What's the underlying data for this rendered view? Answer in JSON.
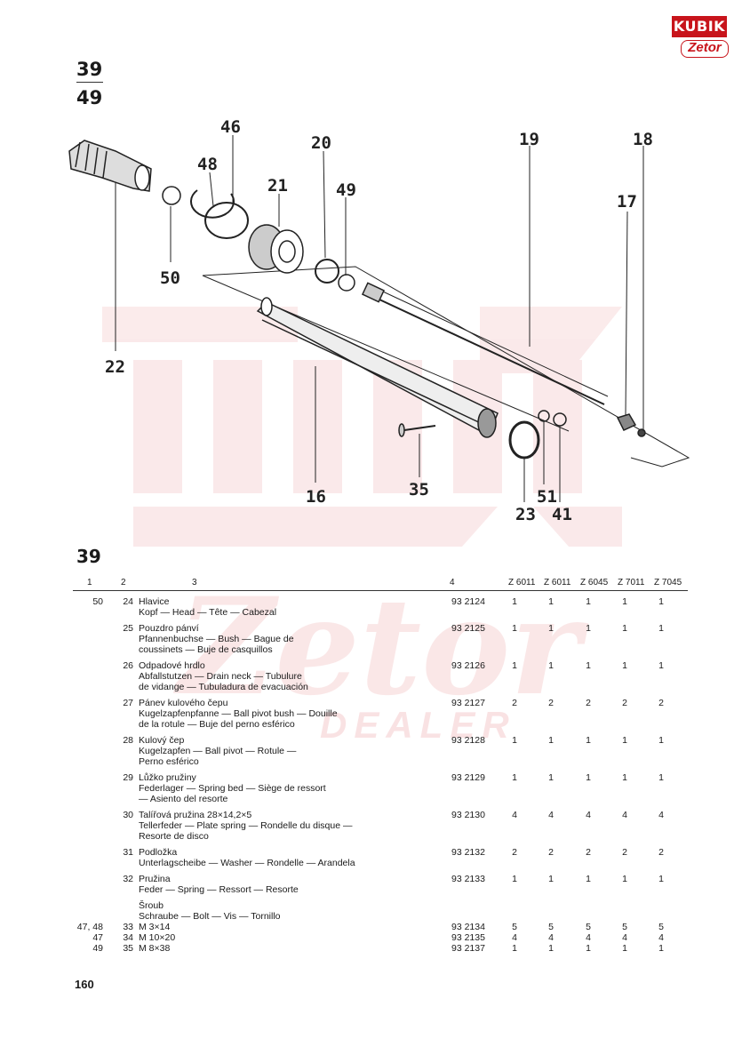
{
  "logo": {
    "brand": "KUBIK",
    "sub": "Zetor"
  },
  "watermark": {
    "brand": "KUBIK",
    "sub": "Zetor",
    "dealer": "DEALER"
  },
  "figure": {
    "number_top": "39",
    "number_bottom": "49",
    "callouts": [
      "46",
      "48",
      "21",
      "20",
      "49",
      "19",
      "18",
      "17",
      "50",
      "22",
      "16",
      "35",
      "23",
      "51",
      "41"
    ]
  },
  "section": {
    "number": "39"
  },
  "table": {
    "headers": [
      "1",
      "2",
      "3",
      "4",
      "Z 6011",
      "Z 6011",
      "Z 6045",
      "Z 7011",
      "Z 7045"
    ],
    "rows": [
      {
        "c1": "50",
        "c2": "24",
        "lines": [
          "Hlavice",
          "Kopf — Head — Tête — Cabezal"
        ],
        "c4": "93 2124",
        "q": [
          "1",
          "1",
          "1",
          "1",
          "1"
        ]
      },
      {
        "c1": "",
        "c2": "25",
        "lines": [
          "Pouzdro pánví",
          "Pfannenbuchse — Bush — Bague de",
          "coussinets — Buje de casquillos"
        ],
        "c4": "93 2125",
        "q": [
          "1",
          "1",
          "1",
          "1",
          "1"
        ]
      },
      {
        "c1": "",
        "c2": "26",
        "lines": [
          "Odpadové hrdlo",
          "Abfallstutzen — Drain neck — Tubulure",
          "de vidange — Tubuladura de evacuación"
        ],
        "c4": "93 2126",
        "q": [
          "1",
          "1",
          "1",
          "1",
          "1"
        ]
      },
      {
        "c1": "",
        "c2": "27",
        "lines": [
          "Pánev kulového čepu",
          "Kugelzapfenpfanne — Ball pivot bush — Douille",
          "de la rotule — Buje del perno esférico"
        ],
        "c4": "93 2127",
        "q": [
          "2",
          "2",
          "2",
          "2",
          "2"
        ]
      },
      {
        "c1": "",
        "c2": "28",
        "lines": [
          "Kulový čep",
          "Kugelzapfen — Ball pivot — Rotule —",
          "Perno esférico"
        ],
        "c4": "93 2128",
        "q": [
          "1",
          "1",
          "1",
          "1",
          "1"
        ]
      },
      {
        "c1": "",
        "c2": "29",
        "lines": [
          "Lůžko pružiny",
          "Federlager — Spring bed — Siège de ressort",
          "— Asiento del resorte"
        ],
        "c4": "93 2129",
        "q": [
          "1",
          "1",
          "1",
          "1",
          "1"
        ]
      },
      {
        "c1": "",
        "c2": "30",
        "lines": [
          "Talířová pružina 28×14,2×5",
          "Tellerfeder — Plate spring — Rondelle du disque —",
          "Resorte de disco"
        ],
        "c4": "93 2130",
        "q": [
          "4",
          "4",
          "4",
          "4",
          "4"
        ]
      },
      {
        "c1": "",
        "c2": "31",
        "lines": [
          "Podložka",
          "Unterlagscheibe — Washer — Rondelle — Arandela"
        ],
        "c4": "93 2132",
        "q": [
          "2",
          "2",
          "2",
          "2",
          "2"
        ]
      },
      {
        "c1": "",
        "c2": "32",
        "lines": [
          "Pružina",
          "Feder — Spring — Ressort — Resorte"
        ],
        "c4": "93 2133",
        "q": [
          "1",
          "1",
          "1",
          "1",
          "1"
        ]
      },
      {
        "c1": "",
        "c2": "",
        "lines": [
          "Šroub",
          "Schraube — Bolt — Vis — Tornillo"
        ],
        "c4": "",
        "q": [
          "",
          "",
          "",
          "",
          ""
        ]
      },
      {
        "c1": "47, 48",
        "c2": "33",
        "lines": [
          "M 3×14"
        ],
        "c4": "93 2134",
        "q": [
          "5",
          "5",
          "5",
          "5",
          "5"
        ],
        "tight": true
      },
      {
        "c1": "47",
        "c2": "34",
        "lines": [
          "M 10×20"
        ],
        "c4": "93 2135",
        "q": [
          "4",
          "4",
          "4",
          "4",
          "4"
        ],
        "tight": true
      },
      {
        "c1": "49",
        "c2": "35",
        "lines": [
          "M 8×38"
        ],
        "c4": "93 2137",
        "q": [
          "1",
          "1",
          "1",
          "1",
          "1"
        ],
        "tight": true
      }
    ]
  },
  "page_number": "160"
}
